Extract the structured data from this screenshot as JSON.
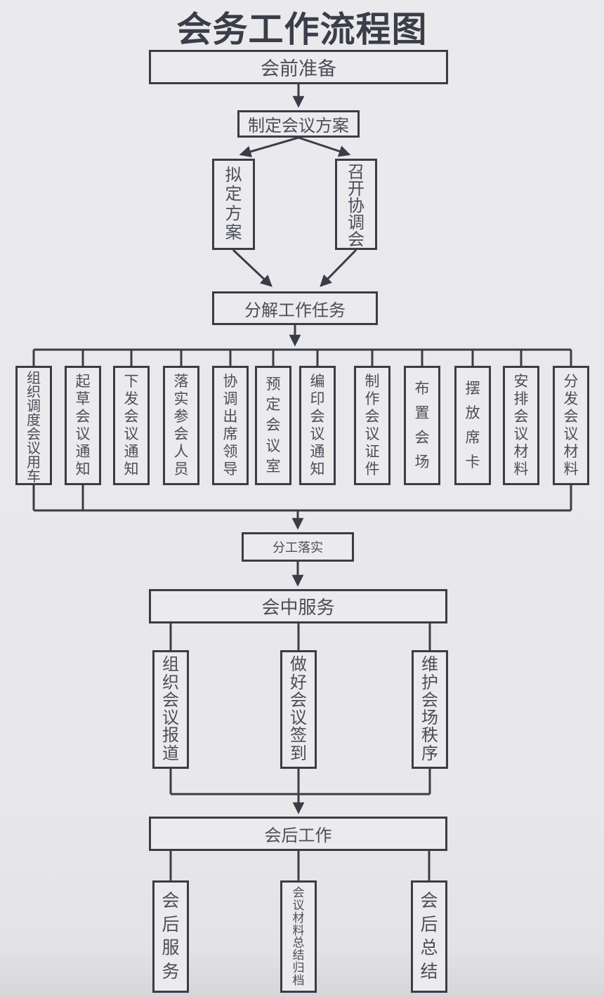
{
  "title": "会务工作流程图",
  "colors": {
    "background": "#e8e8ea",
    "line": "#3a3d47",
    "text": "#4b4e58",
    "node_fill": "#ebebed"
  },
  "flow": {
    "pre": "会前准备",
    "plan": "制定会议方案",
    "draft": "拟定方案",
    "coordination": "召开协调会",
    "decompose": "分解工作任务",
    "tasks": [
      "组织调度会议用车",
      "起草会议通知",
      "下发会议通知",
      "落实参会人员",
      "协调出席领导",
      "预定会议室",
      "编印会议通知",
      "制作会议证件",
      "布置会场",
      "摆放席卡",
      "安排会议材料",
      "分发会议材料"
    ],
    "assign": "分工落实",
    "during": "会中服务",
    "during_tasks": [
      "组织会议报道",
      "做好会议签到",
      "维护会场秩序"
    ],
    "post": "会后工作",
    "post_tasks": [
      "会后服务",
      "会议材料总结归档",
      "会后总结"
    ]
  }
}
